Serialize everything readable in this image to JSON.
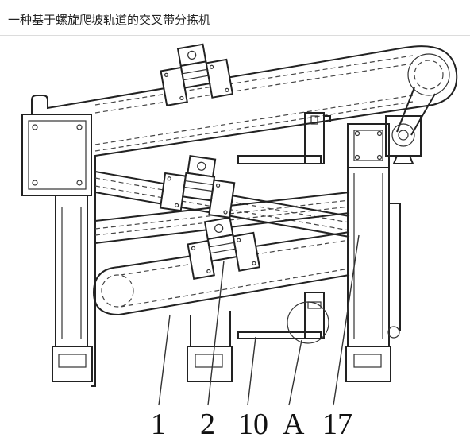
{
  "page": {
    "title": "一种基于螺旋爬坡轨道的交叉带分拣机"
  },
  "diagram": {
    "labels": [
      "1",
      "2",
      "10",
      "A",
      "17"
    ]
  }
}
